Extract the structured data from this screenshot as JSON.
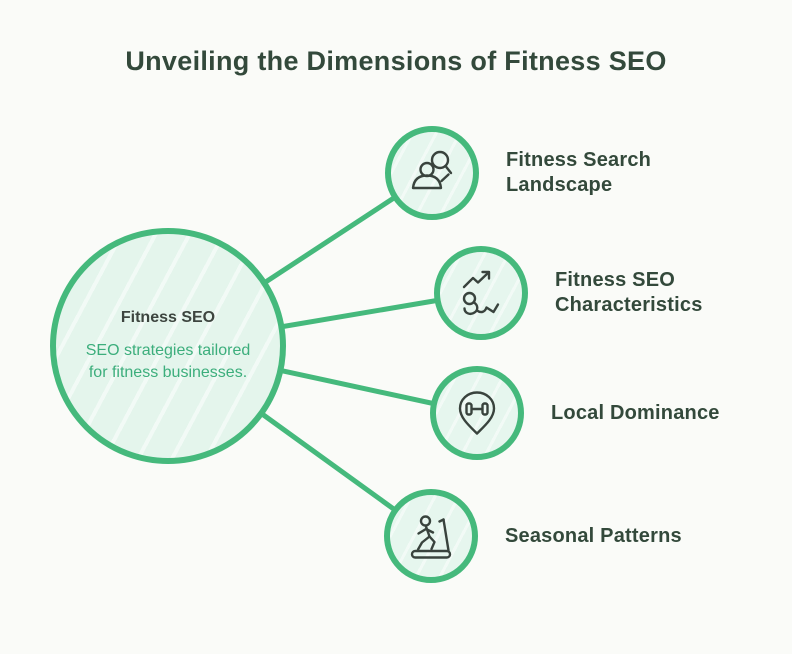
{
  "title": "Unveiling the Dimensions of Fitness SEO",
  "center": {
    "title": "Fitness SEO",
    "subtitle": "SEO strategies tailored for fitness businesses."
  },
  "nodes": [
    {
      "label": "Fitness Search Landscape",
      "icon": "person-search-icon"
    },
    {
      "label": "Fitness SEO Characteristics",
      "icon": "crunch-growth-arrow-icon"
    },
    {
      "label": "Local Dominance",
      "icon": "location-pin-dumbbell-icon"
    },
    {
      "label": "Seasonal Patterns",
      "icon": "treadmill-runner-icon"
    }
  ],
  "colors": {
    "accent_green": "#45b97c",
    "node_fill": "#e4f5ec",
    "heading_text": "#33493b",
    "subtitle_green": "#3cae7c",
    "icon_stroke": "#39433d",
    "background": "#fafbf8"
  }
}
